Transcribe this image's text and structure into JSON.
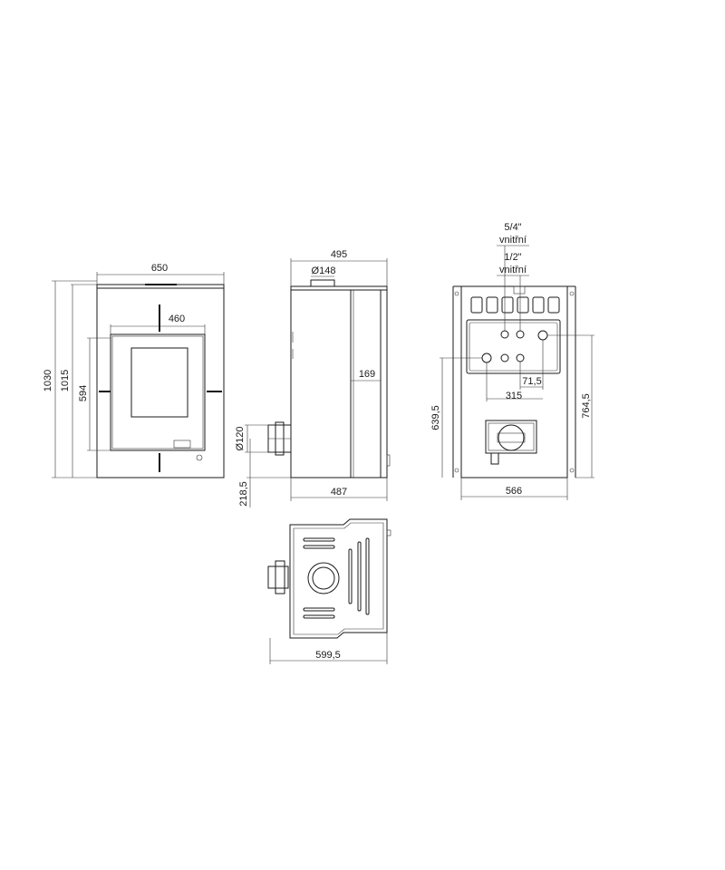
{
  "front_view": {
    "width": "650",
    "door_width": "460",
    "height_total": "1030",
    "height_body": "1015",
    "door_height": "594"
  },
  "side_view": {
    "depth_total": "495",
    "flue_diameter": "Ø148",
    "back_panel_depth": "169",
    "flue_outlet_diameter": "Ø120",
    "outlet_height": "218,5",
    "depth_body": "487"
  },
  "back_view": {
    "connection_1_size": "5/4\"",
    "connection_1_type": "vnitřní",
    "connection_2_size": "1/2\"",
    "connection_2_type": "vnitřní",
    "spacing_small": "71,5",
    "spacing_large": "315",
    "height_low": "639,5",
    "height_high": "764,5",
    "width": "566"
  },
  "top_view": {
    "width": "599,5"
  }
}
